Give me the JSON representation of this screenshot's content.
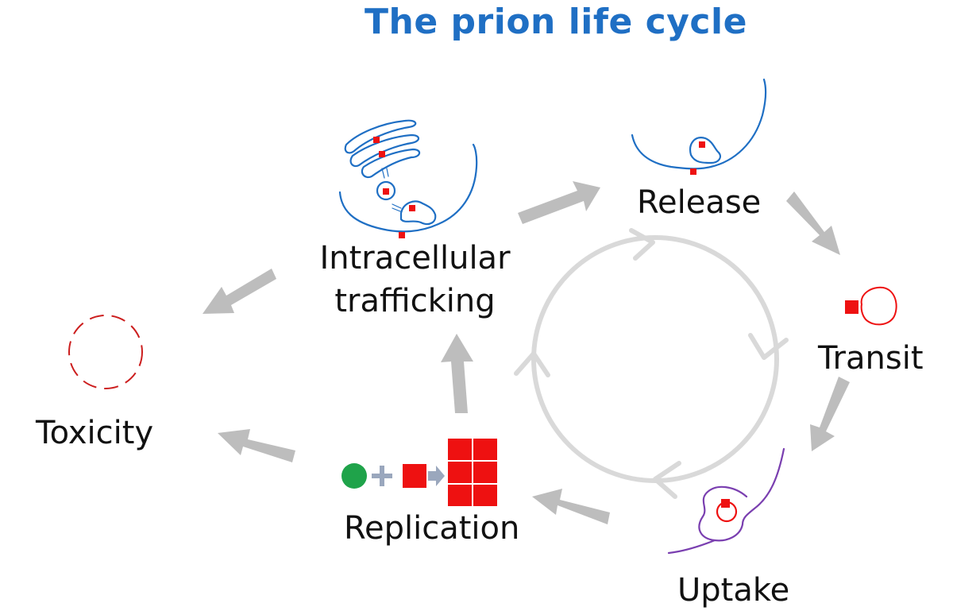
{
  "title": "The prion life cycle",
  "stages": {
    "release": "Release",
    "transit": "Transit",
    "uptake": "Uptake",
    "replication": "Replication",
    "trafficking_line1": "Intracellular",
    "trafficking_line2": "trafficking",
    "toxicity": "Toxicity"
  },
  "colors": {
    "title": "#1f6fc4",
    "membrane": "#1f6fc4",
    "prion": "#ee1111",
    "uptake_membrane": "#7a3fb0",
    "arrow": "#bdbdbd",
    "cycle": "#d9d9d9",
    "monomer": "#1fa34a",
    "operator": "#9aa7bd"
  }
}
